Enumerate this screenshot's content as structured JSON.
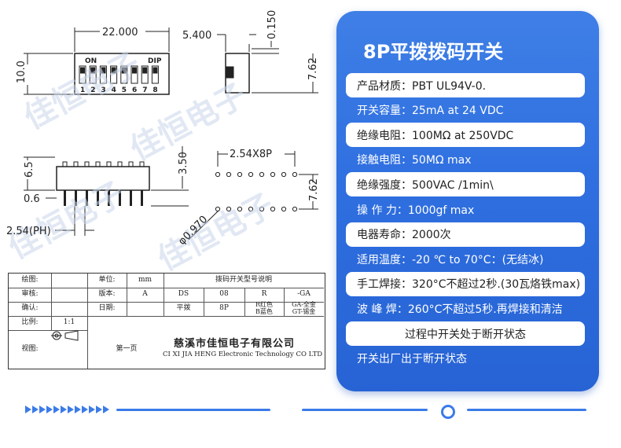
{
  "drawing": {
    "watermark": "佳恒电子",
    "dims": {
      "width_top": "22.000",
      "height_left": "10.0",
      "side_width": "5.400",
      "side_top": "0.150",
      "side_height": "7.62",
      "profile_height": "6.5",
      "lead_length": "3.50",
      "lead_width": "0.6",
      "pitch_label": "2.54(PH)",
      "row_spacing": "2.54X8P",
      "row_height": "7.62",
      "hole_dia": "φ0.970"
    },
    "switch_labels": {
      "on": "ON",
      "dip": "DIP",
      "numbers": [
        "1",
        "2",
        "3",
        "4",
        "5",
        "6",
        "7",
        "8"
      ]
    }
  },
  "table": {
    "r1": {
      "c1": "绘图:",
      "c3": "单位:",
      "c4": "mm",
      "c6": "拨码开关型号说明"
    },
    "r2": {
      "c1": "审核:",
      "c3": "版本:",
      "c4": "A",
      "c6a": "DS",
      "c6b": "08",
      "c6c": "R",
      "c6d": "-GA"
    },
    "r3": {
      "c1": "确认:",
      "c3": "日期:",
      "c6a": "平拨",
      "c6b": "8P",
      "c6c": "R红色\nB蓝色",
      "c6d": "GA-全金\nGT-锡金"
    },
    "r4": {
      "c1": "比例:",
      "c2": "1:1"
    },
    "r5": {
      "c1": "视图:",
      "c4": "第一页"
    },
    "company_cn": "慈溪市佳恒电子有限公司",
    "company_en": "CI XI JIA HENG Electronic Technology CO LTD"
  },
  "panel": {
    "title": "8P平拨拨码开关",
    "specs": [
      {
        "text": "产品材质：PBT UL94V-0.",
        "style": "pill"
      },
      {
        "text": "开关容量：25mA at 24 VDC",
        "style": "plain"
      },
      {
        "text": "绝缘电阻：100MΩ at 250VDC",
        "style": "pill"
      },
      {
        "text": "接触电阻：50MΩ max",
        "style": "plain"
      },
      {
        "text": "绝缘强度：500VAC /1min\\",
        "style": "pill"
      },
      {
        "text": "操  作  力：1000gf max",
        "style": "plain"
      },
      {
        "text": "电器寿命：2000次",
        "style": "pill"
      },
      {
        "text": "适用温度：-20 ℃ to 70°C：(无结冰)",
        "style": "plain"
      },
      {
        "text": "手工焊接：320°C不超过2秒.(30瓦烙铁max)",
        "style": "pill"
      },
      {
        "text": "波  峰  焊：260°C不超过5秒.再焊接和清洁",
        "style": "plain"
      },
      {
        "text": "过程中开关处于断开状态",
        "style": "pill-center"
      },
      {
        "text": "开关出厂出于断开状态",
        "style": "plain"
      }
    ]
  },
  "colors": {
    "accent": "#3b7be8",
    "panel_top": "#3f7fe6",
    "panel_bottom": "#2763d4"
  }
}
